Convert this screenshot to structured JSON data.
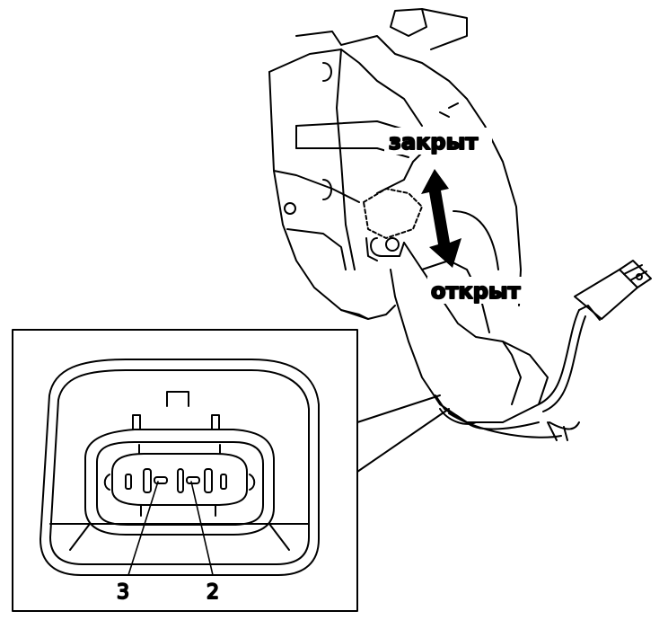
{
  "labels": {
    "closed": "закрыт",
    "open": "открыт",
    "pin_3": "3",
    "pin_2": "2"
  },
  "colors": {
    "ink": "#000000",
    "paper": "#ffffff"
  }
}
